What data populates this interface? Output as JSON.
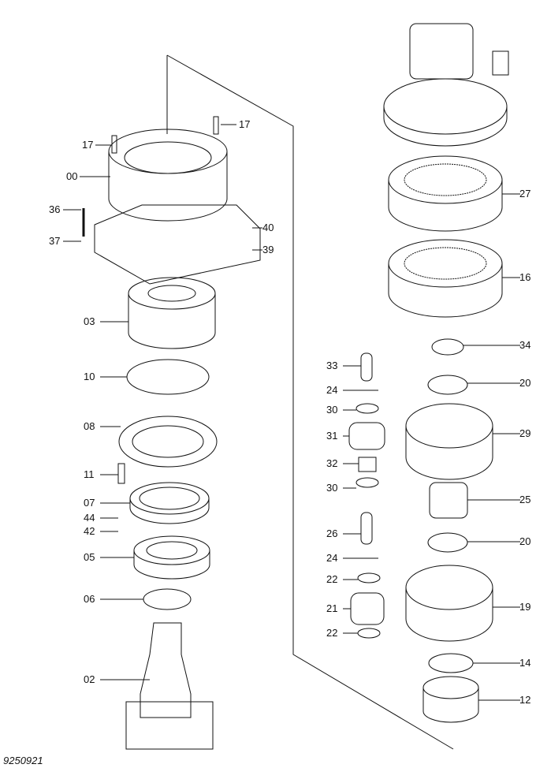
{
  "diagram_id": "9250921",
  "callouts": [
    "17",
    "00",
    "36",
    "37",
    "17",
    "40",
    "39",
    "03",
    "10",
    "08",
    "11",
    "07",
    "44",
    "42",
    "05",
    "06",
    "02",
    "27",
    "16",
    "34",
    "33",
    "20",
    "24",
    "30",
    "29",
    "31",
    "32",
    "30",
    "25",
    "26",
    "20",
    "24",
    "22",
    "21",
    "19",
    "22",
    "14",
    "12"
  ]
}
